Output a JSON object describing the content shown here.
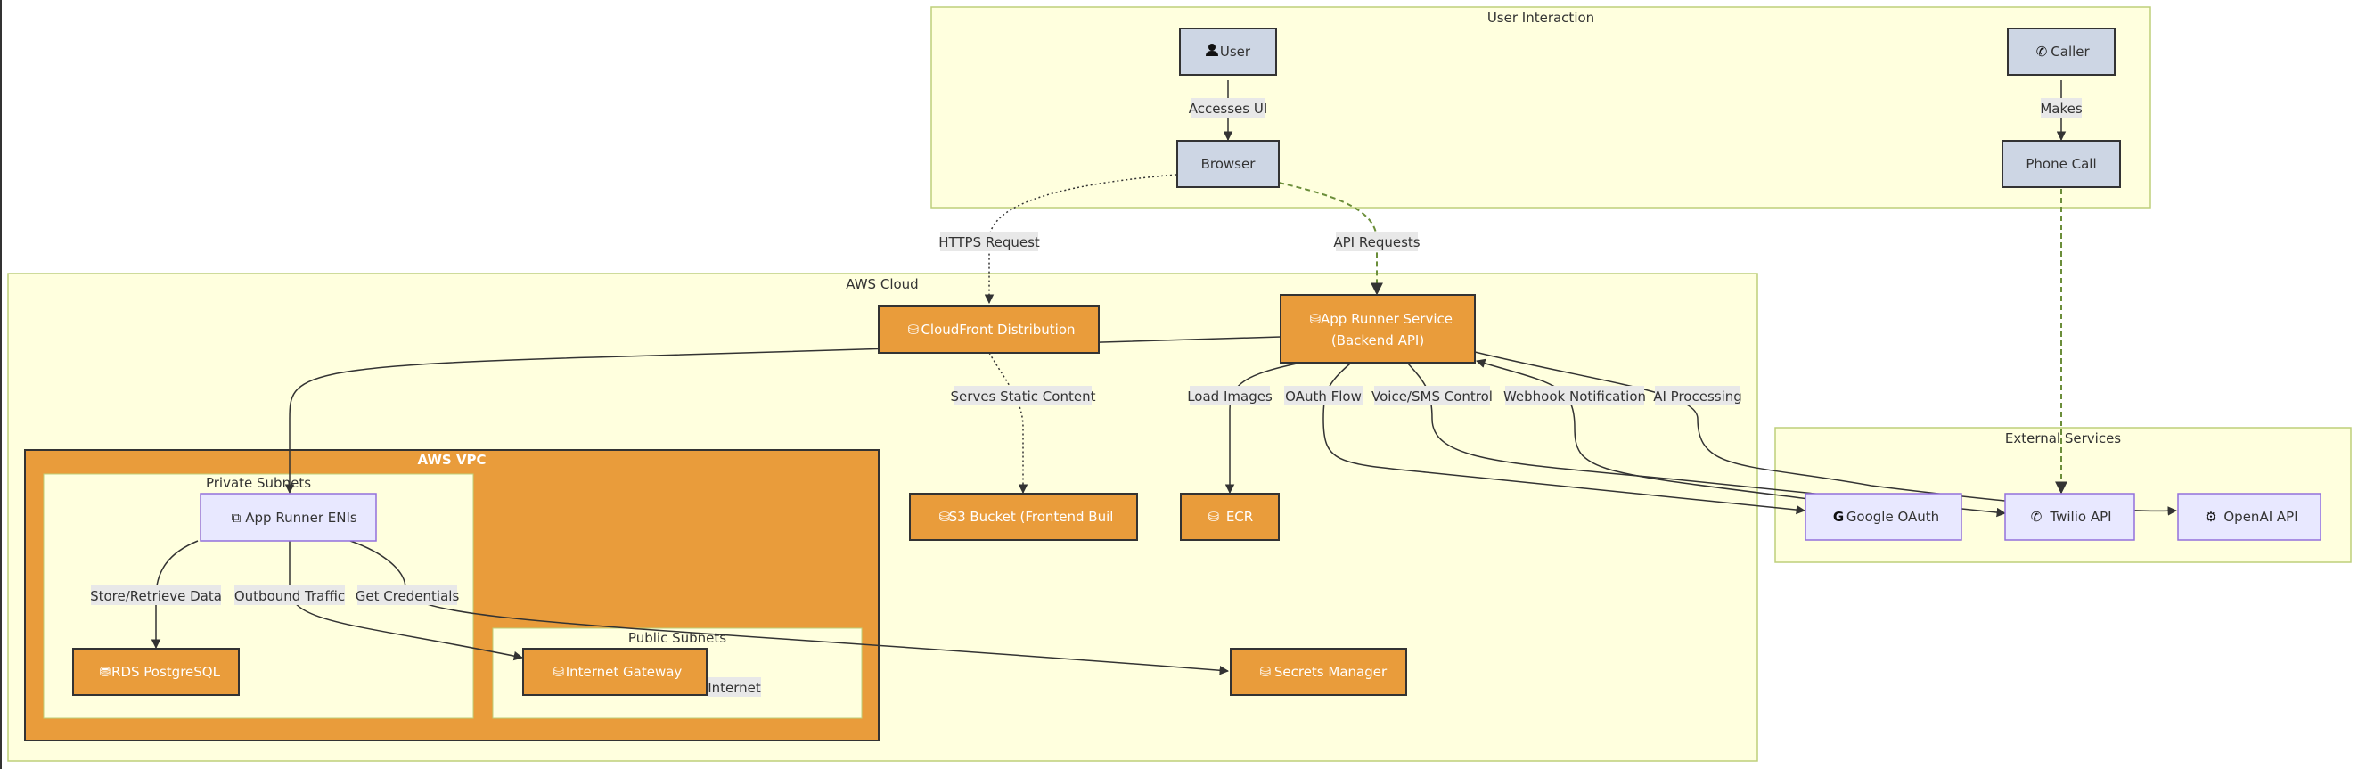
{
  "colors": {
    "cluster_fill": "#ffffde",
    "cluster_stroke": "#bdcf7a",
    "vpc_fill": "#e99c3b",
    "aws_node_fill": "#e99c3b",
    "user_node_fill": "#cdd6e4",
    "external_node_fill": "#e8e8ff",
    "edge_label_bg": "#e8e8e8",
    "edge_dashed_green": "#6b8e3a"
  },
  "clusters": {
    "user_interaction": "User Interaction",
    "aws_cloud": "AWS Cloud",
    "aws_vpc": "AWS VPC",
    "private_subnets": "Private Subnets",
    "public_subnets": "Public Subnets",
    "external_services": "External Services"
  },
  "nodes": {
    "user": {
      "label": "User",
      "icon": "user-icon"
    },
    "caller": {
      "label": "Caller",
      "icon": "phone-icon"
    },
    "browser": {
      "label": "Browser"
    },
    "phone_call": {
      "label": "Phone Call"
    },
    "cloudfront": {
      "label": "CloudFront Distribution",
      "icon": "aws-icon"
    },
    "app_runner": {
      "label_line1": "App Runner Service",
      "label_line2": "(Backend API)",
      "icon": "aws-icon"
    },
    "s3": {
      "label": "S3 Bucket (Frontend Buil",
      "icon": "aws-icon"
    },
    "ecr": {
      "label": "ECR",
      "icon": "aws-icon"
    },
    "enis": {
      "label": "App Runner ENIs",
      "icon": "network-icon"
    },
    "rds": {
      "label": "RDS PostgreSQL",
      "icon": "database-icon"
    },
    "igw": {
      "label": "Internet Gateway",
      "icon": "aws-icon"
    },
    "secrets": {
      "label": "Secrets Manager",
      "icon": "aws-icon"
    },
    "google": {
      "label": "Google OAuth",
      "icon": "google-icon"
    },
    "twilio": {
      "label": "Twilio API",
      "icon": "phone-icon"
    },
    "openai": {
      "label": "OpenAI API",
      "icon": "robot-icon"
    }
  },
  "edges": {
    "accesses_ui": "Accesses UI",
    "makes": "Makes",
    "https_request": "HTTPS Request",
    "api_requests": "API Requests",
    "serves_static": "Serves Static Content",
    "load_images": "Load Images",
    "oauth_flow": "OAuth Flow",
    "voice_sms": "Voice/SMS Control",
    "webhook": "Webhook Notification",
    "ai_processing": "AI Processing",
    "store_retrieve": "Store/Retrieve Data",
    "outbound": "Outbound Traffic",
    "get_credentials": "Get Credentials",
    "internet": "Internet"
  }
}
